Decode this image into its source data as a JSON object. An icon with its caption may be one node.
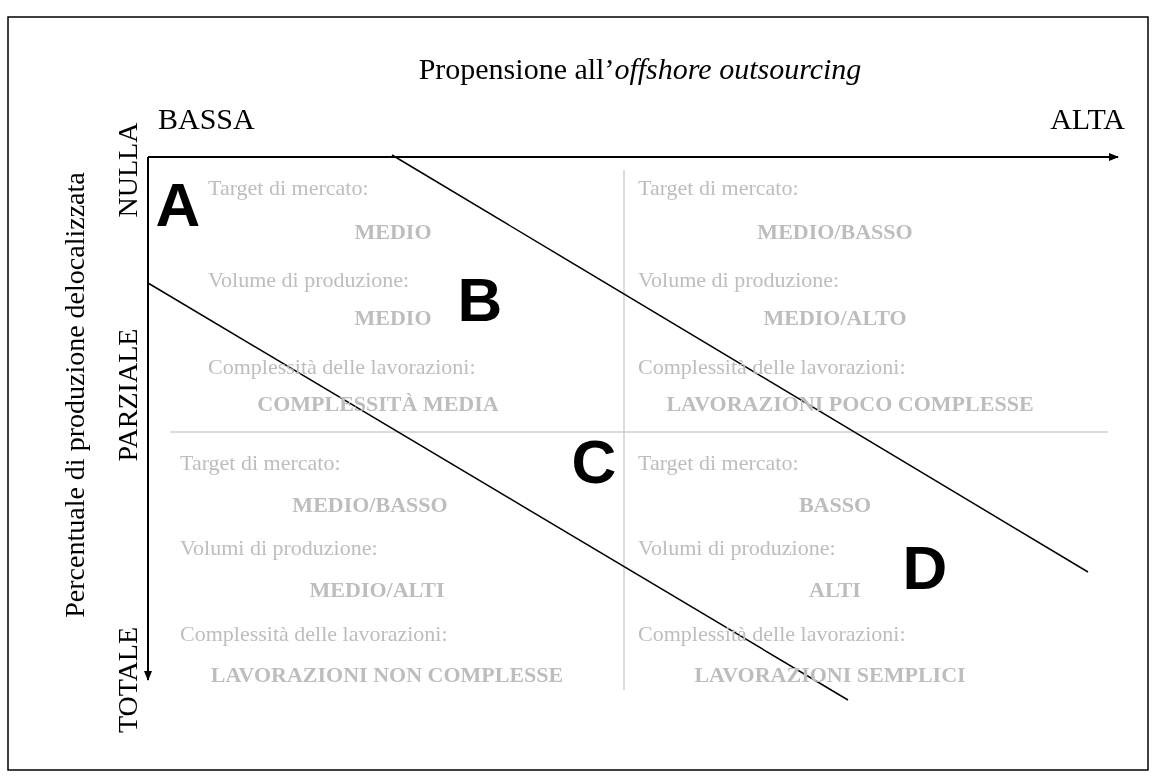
{
  "diagram": {
    "labels": [
      "Propensione all’*offshore outsourcing*",
      "BASSA",
      "ALTA",
      "Percentuale di produzione delocalizzata",
      "NULLA",
      "PARZIALE",
      "TOTALE",
      "A",
      "B",
      "C",
      "D",
      "Target di mercato:",
      "MEDIO",
      "Volume di produzione:",
      "MEDIO",
      "Complessità delle lavorazioni:",
      "COMPLESSITÀ MEDIA",
      "Target di mercato:",
      "MEDIO/BASSO",
      "Volume di produzione:",
      "MEDIO/ALTO",
      "Complessità delle lavorazioni:",
      "LAVORAZIONI POCO COMPLESSE",
      "Target di mercato:",
      "MEDIO/BASSO",
      "Volumi di produzione:",
      "MEDIO/ALTI",
      "Complessità delle lavorazioni:",
      "LAVORAZIONI NON COMPLESSE",
      "Target di mercato:",
      "BASSO",
      "Volumi di produzione:",
      "ALTI",
      "Complessità delle lavorazioni:",
      "LAVORAZIONI SEMPLICI"
    ]
  }
}
